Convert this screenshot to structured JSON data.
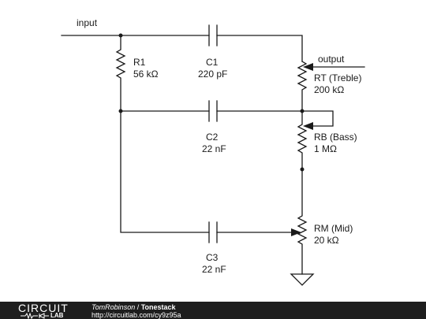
{
  "labels": {
    "input": "input",
    "output": "output",
    "r1_name": "R1",
    "r1_value": "56 kΩ",
    "c1_name": "C1",
    "c1_value": "220 pF",
    "c2_name": "C2",
    "c2_value": "22 nF",
    "c3_name": "C3",
    "c3_value": "22 nF",
    "rt_name": "RT (Treble)",
    "rt_value": "200 kΩ",
    "rb_name": "RB (Bass)",
    "rb_value": "1 MΩ",
    "rm_name": "RM (Mid)",
    "rm_value": "20 kΩ"
  },
  "footer": {
    "logo_top": "CIRCUIT",
    "logo_bottom": "LAB",
    "author": "TomRobinson",
    "separator": " / ",
    "project": "Tonestack",
    "url": "http://circuitlab.com/cy9z95a"
  }
}
